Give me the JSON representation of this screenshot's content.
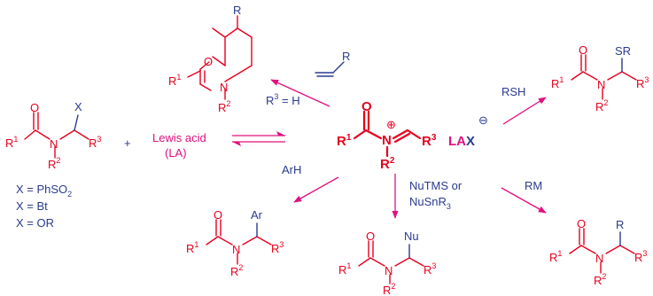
{
  "colors": {
    "red": "#e6001e",
    "blue": "#2b3a8f",
    "magenta": "#e0107e"
  },
  "labels": {
    "x_sub": "X",
    "r1": "R",
    "r2": "R",
    "r3": "R",
    "sup1": "1",
    "sup2": "2",
    "sup3": "3",
    "o": "O",
    "n": "N",
    "plus": "+",
    "lewis_acid": "Lewis acid",
    "la_abbrev": "(LA)",
    "x_options": [
      {
        "lhs": "X = PhSO",
        "sub": "2"
      },
      {
        "lhs": "X = Bt",
        "sub": ""
      },
      {
        "lhs": "X = OR",
        "sub": ""
      }
    ],
    "lax_la": "LA",
    "lax_x": "X",
    "minus": "⊖",
    "plus_charge": "⊕",
    "r_alkene": "R",
    "r3_equals_h": "R",
    "r3_eq_rest": " = H",
    "r_ring": "R",
    "rsh": "RSH",
    "sr": "SR",
    "arh": "ArH",
    "ar": "Ar",
    "nutms_line1": "NuTMS or",
    "nutms_line2": "NuSnR",
    "nutms_sub": "3",
    "nu": "Nu",
    "rm": "RM",
    "r_rm": "R"
  }
}
